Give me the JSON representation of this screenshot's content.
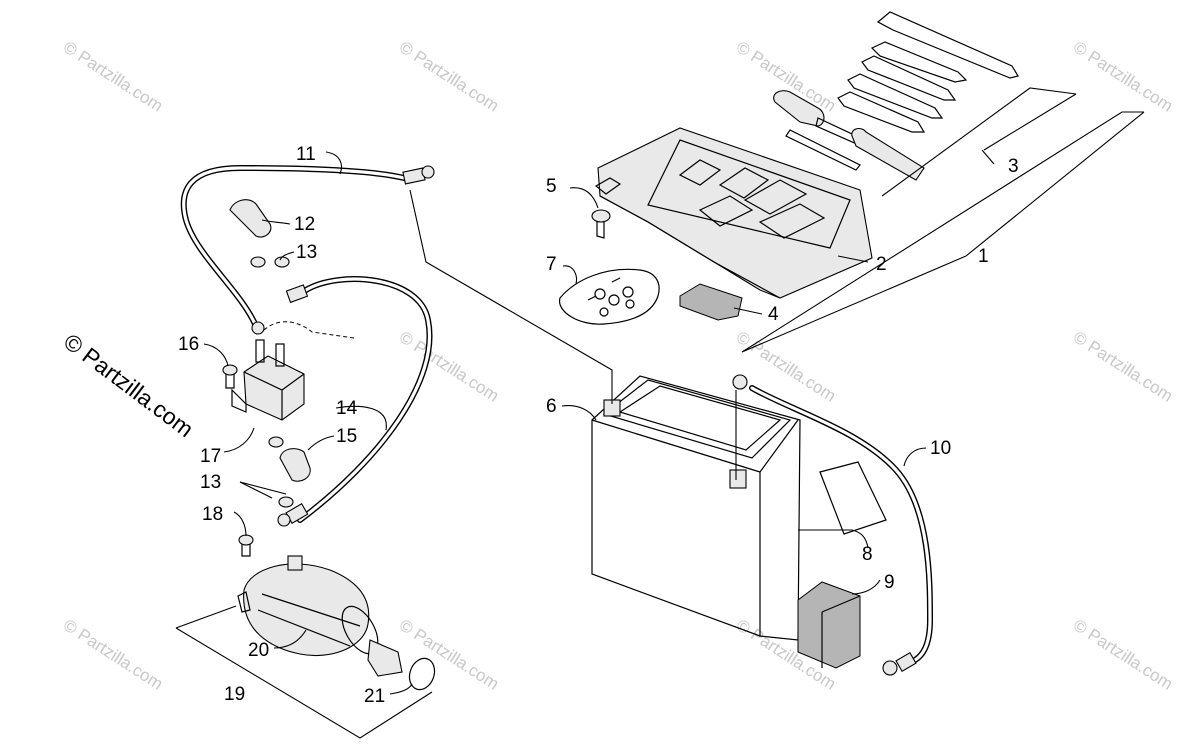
{
  "watermark": {
    "text": "© Partzilla.com"
  },
  "copyright_mark": "© Partzilla.com",
  "callouts": {
    "c1": "1",
    "c2": "2",
    "c3": "3",
    "c4": "4",
    "c5": "5",
    "c6": "6",
    "c7": "7",
    "c8": "8",
    "c9": "9",
    "c10": "10",
    "c11": "11",
    "c12": "12",
    "c13a": "13",
    "c13b": "13",
    "c14": "14",
    "c15": "15",
    "c16": "16",
    "c17": "17",
    "c18": "18",
    "c19": "19",
    "c20": "20",
    "c21": "21"
  }
}
